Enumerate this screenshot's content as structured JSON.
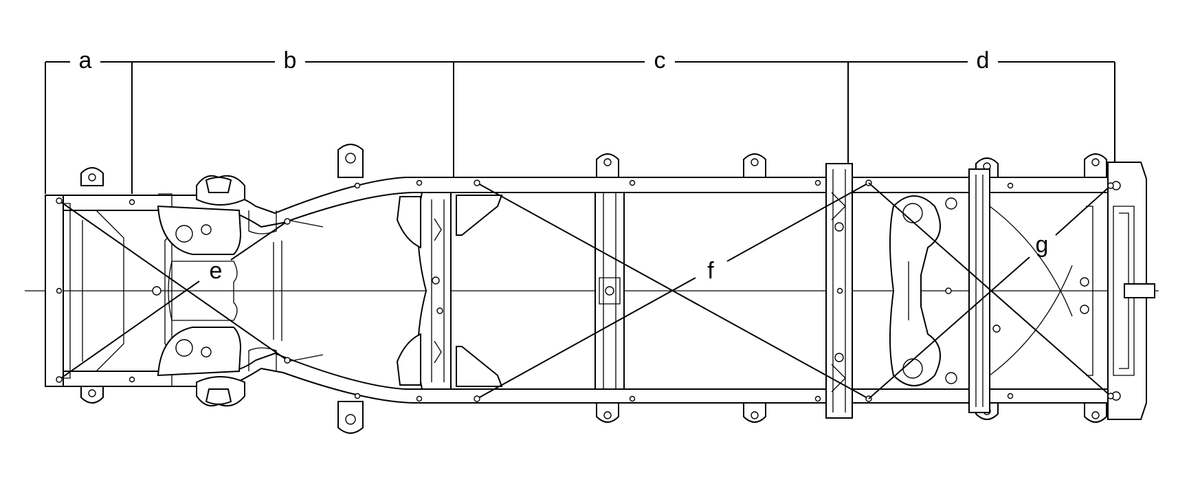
{
  "diagram": {
    "section_labels": [
      "a",
      "b",
      "c",
      "d"
    ],
    "diagonal_labels": [
      "e",
      "f",
      "g"
    ]
  }
}
